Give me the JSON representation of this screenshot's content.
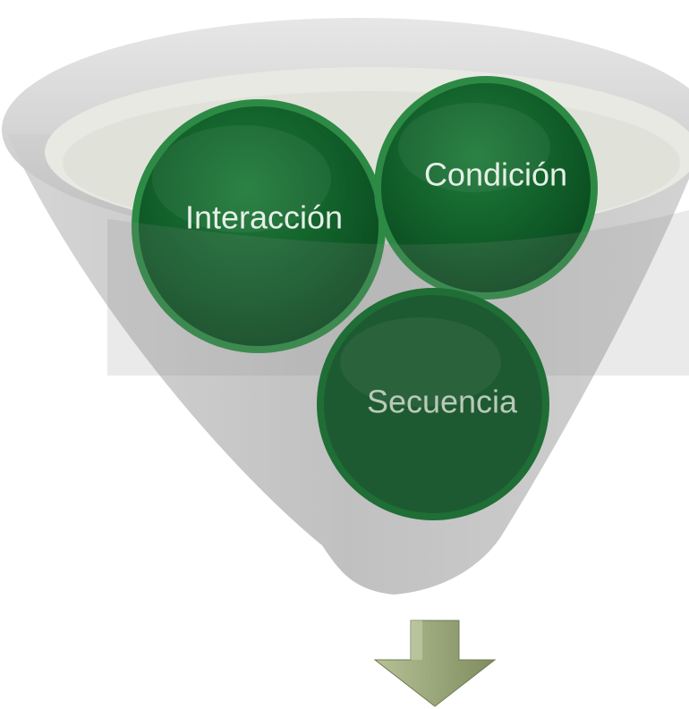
{
  "diagram": {
    "type": "funnel",
    "items": [
      {
        "label": "Interacción",
        "text_color": "#e6f0e6"
      },
      {
        "label": "Condición",
        "text_color": "#e6f0e6"
      },
      {
        "label": "Secuencia",
        "text_color": "#b9c9b9"
      }
    ],
    "output_arrow": {
      "icon": "down-arrow-icon",
      "color": "#9aa77a"
    }
  }
}
